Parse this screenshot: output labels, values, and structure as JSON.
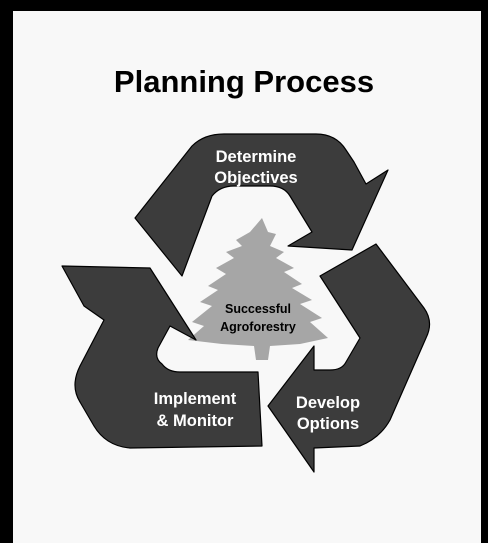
{
  "title": "Planning Process",
  "center": {
    "line1": "Successful",
    "line2": "Agroforestry"
  },
  "steps": [
    {
      "line1": "Determine",
      "line2": "Objectives"
    },
    {
      "line1": "Develop",
      "line2": "Options"
    },
    {
      "line1": "Implement",
      "line2": "& Monitor"
    }
  ],
  "colors": {
    "arrow_fill": "#3c3c3c",
    "arrow_stroke": "#000000",
    "tree_fill": "#a6a6a6",
    "background": "#f8f8f8",
    "frame": "#000000"
  },
  "icons": [
    "recycle-arrows",
    "evergreen-tree-icon"
  ]
}
